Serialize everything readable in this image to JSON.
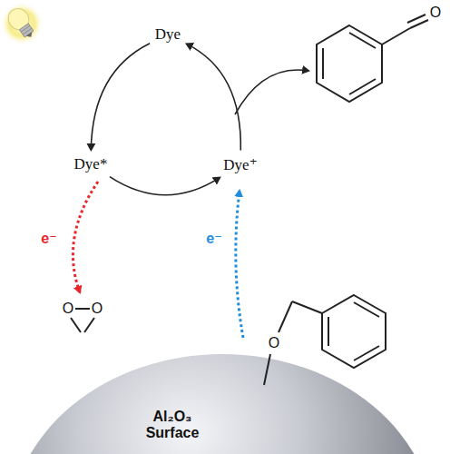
{
  "diagram": {
    "nodes": [
      {
        "text": [
          "Dye"
        ]
      },
      {
        "text": [
          "Dye*"
        ]
      },
      {
        "text": [
          "Dye⁺"
        ]
      }
    ],
    "edges": [
      {
        "from": 0,
        "to": 1,
        "arrow": "to"
      },
      {
        "from": 1,
        "to": 2,
        "arrow": "to"
      },
      {
        "from": 2,
        "to": 0,
        "arrow": "to"
      }
    ],
    "labels": [
      "O",
      "O",
      "O",
      "O",
      "e⁻",
      "e⁻",
      "Al₂O₃ Surface"
    ]
  }
}
